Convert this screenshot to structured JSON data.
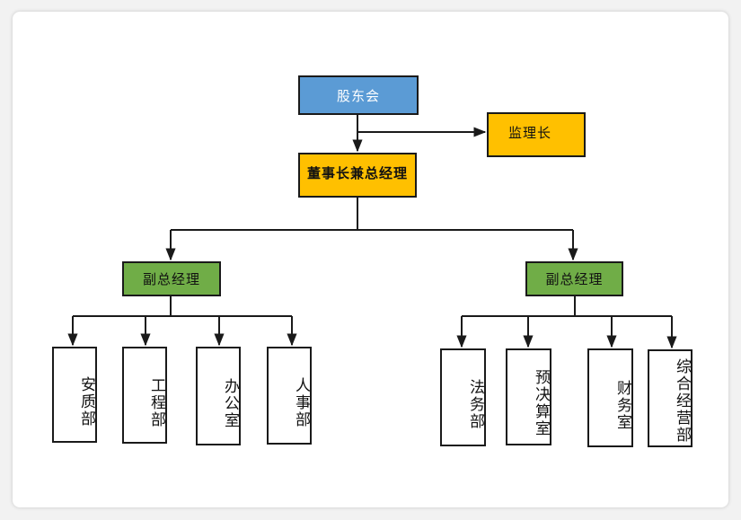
{
  "org_chart": {
    "shareholders": "股东会",
    "supervisor": "监理长",
    "chairman_gm": "董事长兼总经理",
    "vp_left": "副总经理",
    "vp_right": "副总经理",
    "left_departments": [
      "安质部",
      "工程部",
      "办公室",
      "人事部"
    ],
    "right_departments": [
      "法务部",
      "预决算室",
      "财务室",
      "综合经营部"
    ]
  },
  "colors": {
    "top_node": "#5b9bd5",
    "executive_nodes": "#ffc000",
    "vp_nodes": "#70ad47",
    "department_nodes": "#ffffff",
    "lines": "#1a1a1a"
  }
}
